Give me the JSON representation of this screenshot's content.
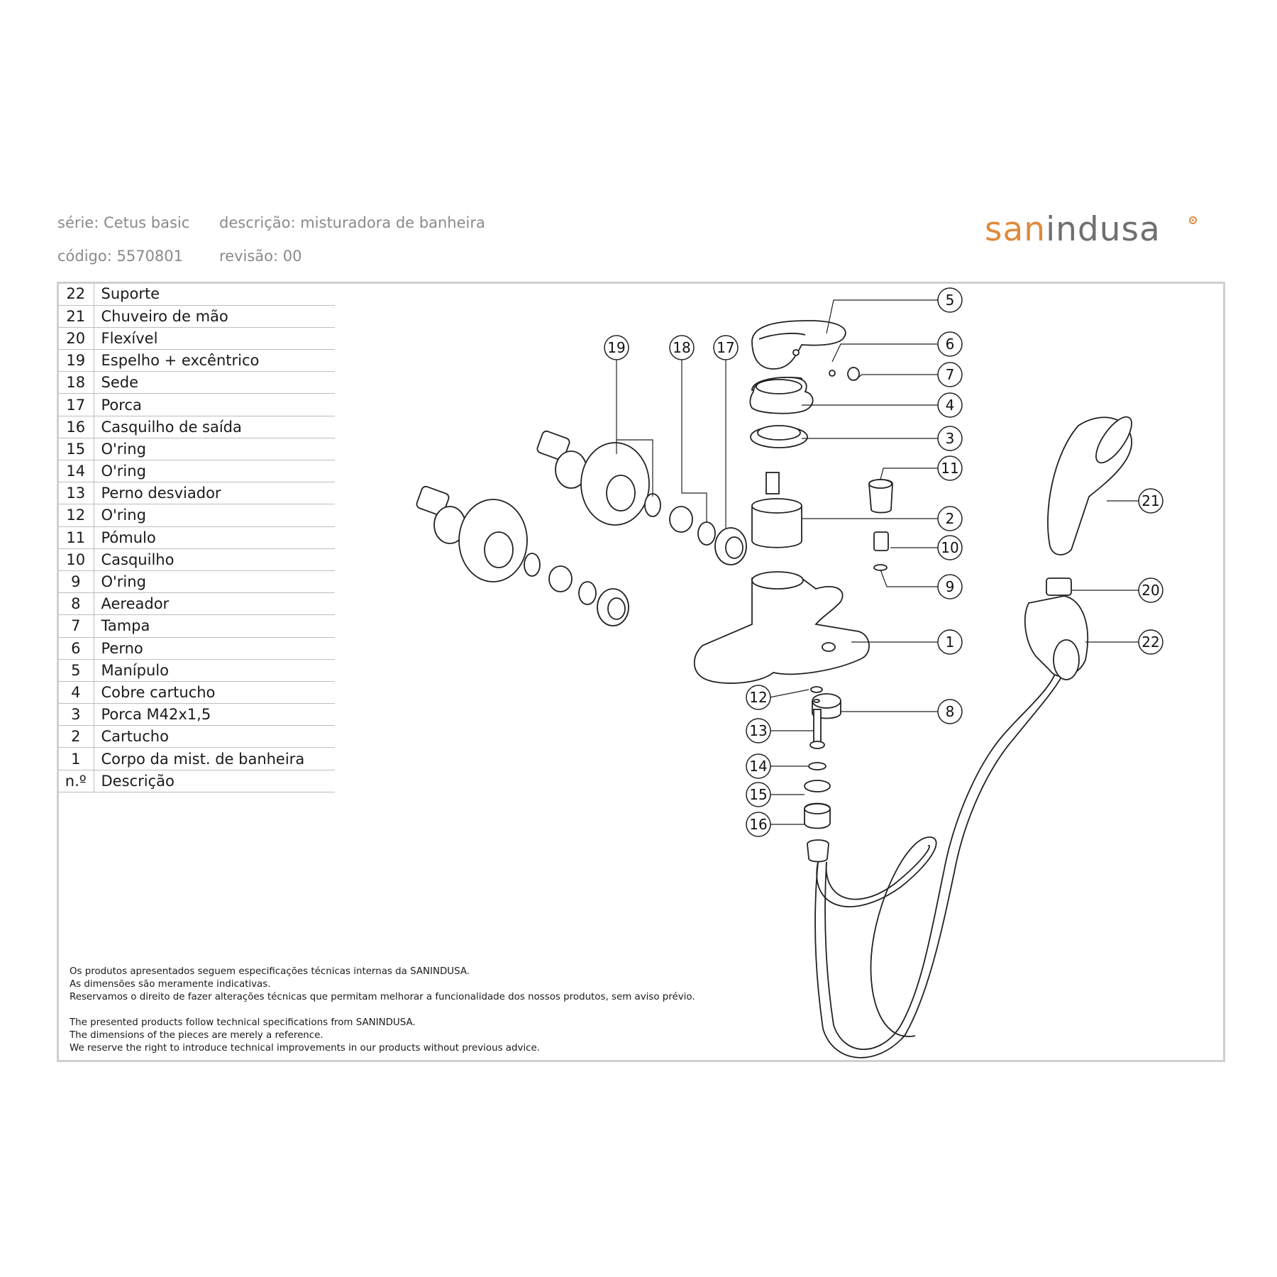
{
  "header": {
    "serie": "série: Cetus basic",
    "descricao": "descrição: misturadora de banheira",
    "codigo": "código: 5570801",
    "revisao": "revisão: 00"
  },
  "brand": {
    "part1": "san",
    "part2": "indusa",
    "color_accent": "#e08a3c",
    "color_text": "#6f6f6f"
  },
  "parts_table": {
    "rows": [
      {
        "n": "22",
        "d": "Suporte"
      },
      {
        "n": "21",
        "d": "Chuveiro de mão"
      },
      {
        "n": "20",
        "d": "Flexível"
      },
      {
        "n": "19",
        "d": "Espelho + excêntrico"
      },
      {
        "n": "18",
        "d": "Sede"
      },
      {
        "n": "17",
        "d": "Porca"
      },
      {
        "n": "16",
        "d": "Casquilho de saída"
      },
      {
        "n": "15",
        "d": "O'ring"
      },
      {
        "n": "14",
        "d": "O'ring"
      },
      {
        "n": "13",
        "d": "Perno desviador"
      },
      {
        "n": "12",
        "d": "O'ring"
      },
      {
        "n": "11",
        "d": "Pómulo"
      },
      {
        "n": "10",
        "d": "Casquilho"
      },
      {
        "n": "9",
        "d": "O'ring"
      },
      {
        "n": "8",
        "d": "Aereador"
      },
      {
        "n": "7",
        "d": "Tampa"
      },
      {
        "n": "6",
        "d": "Perno"
      },
      {
        "n": "5",
        "d": "Manípulo"
      },
      {
        "n": "4",
        "d": "Cobre cartucho"
      },
      {
        "n": "3",
        "d": "Porca M42x1,5"
      },
      {
        "n": "2",
        "d": "Cartucho"
      },
      {
        "n": "1",
        "d": "Corpo da mist. de banheira"
      }
    ],
    "footer": {
      "n": "n.º",
      "d": "Descrição"
    }
  },
  "callouts": [
    "1",
    "2",
    "3",
    "4",
    "5",
    "6",
    "7",
    "8",
    "9",
    "10",
    "11",
    "12",
    "13",
    "14",
    "15",
    "16",
    "17",
    "18",
    "19",
    "20",
    "21",
    "22"
  ],
  "notes": {
    "pt": [
      "Os produtos apresentados seguem especificações técnicas internas da SANINDUSA.",
      "As dimensões são meramente indicativas.",
      "Reservamos o direito de fazer alterações técnicas que permitam melhorar a funcionalidade dos nossos produtos, sem aviso prévio."
    ],
    "en": [
      "The presented products follow technical specifications from SANINDUSA.",
      "The dimensions of the pieces are merely a reference.",
      "We reserve the right to introduce technical improvements in our products without previous advice."
    ]
  }
}
